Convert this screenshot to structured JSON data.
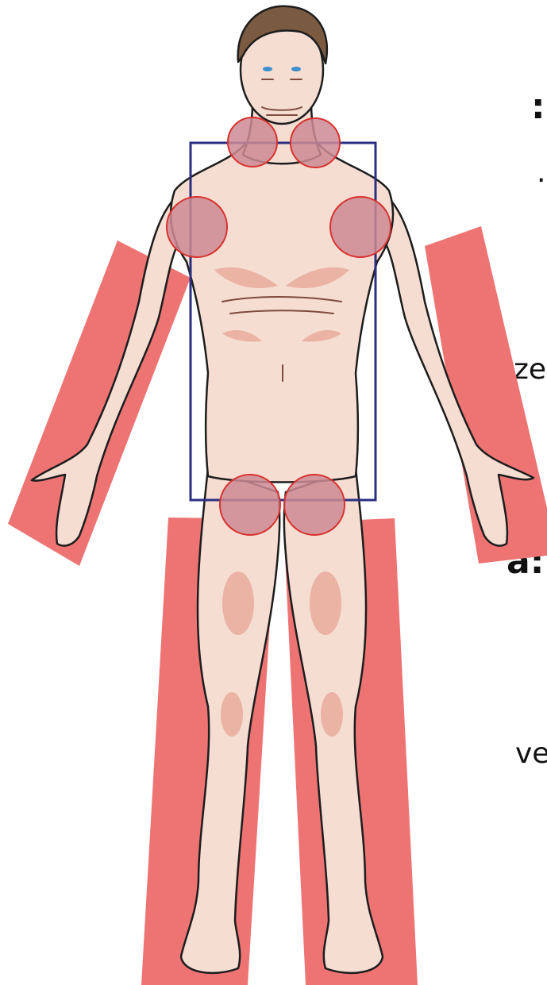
{
  "text_fragments": [
    ":",
    ".",
    "ze",
    "a:",
    "ve"
  ],
  "colors": {
    "limb_band": "#ee7474",
    "region_marker_fill": "#cc8a94",
    "region_marker_stroke": "#d8312e",
    "trunk_box": "#2b2f80",
    "skin": "#f6ddd2",
    "skin_shade": "#eab3a4",
    "outline": "#1d1d1d",
    "hair": "#7a5a40"
  },
  "regions": {
    "circles": [
      "left-neck",
      "right-neck",
      "left-axilla",
      "right-axilla",
      "left-groin",
      "right-groin"
    ],
    "bands": [
      "right-arm",
      "left-arm",
      "right-leg",
      "left-leg"
    ],
    "box": "trunk"
  }
}
